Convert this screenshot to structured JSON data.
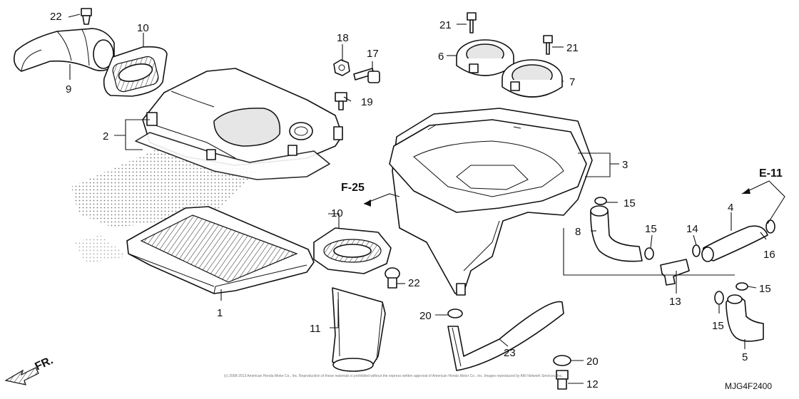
{
  "diagram": {
    "drawing_code": "MJG4F2400",
    "copyright": "(c) 2008-2013 American Honda Motor Co., Inc. Reproduction of these materials is prohibited without the express written approval of American Honda Motor Co., Inc. Images reproduced by ARI Network Services, Inc.",
    "refs": {
      "f25": "F-25",
      "e11": "E-11",
      "fr": "FR."
    },
    "callouts": {
      "c1": "1",
      "c2": "2",
      "c3": "3",
      "c4": "4",
      "c5": "5",
      "c6": "6",
      "c7": "7",
      "c8": "8",
      "c9": "9",
      "c10a": "10",
      "c10b": "10",
      "c11": "11",
      "c12": "12",
      "c13": "13",
      "c14": "14",
      "c15a": "15",
      "c15b": "15",
      "c15c": "15",
      "c15d": "15",
      "c16": "16",
      "c17": "17",
      "c18": "18",
      "c19": "19",
      "c20a": "20",
      "c20b": "20",
      "c21a": "21",
      "c21b": "21",
      "c22a": "22",
      "c22b": "22",
      "c23": "23"
    }
  }
}
